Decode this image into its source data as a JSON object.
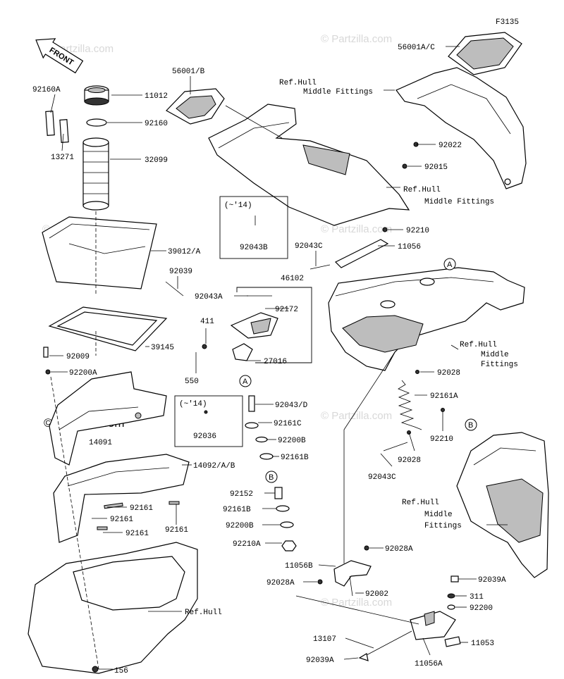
{
  "figure_id": "F3135",
  "front_label": "FRONT",
  "watermark": "© Partzilla.com",
  "callouts": {
    "a": "A",
    "b": "B"
  },
  "insets": {
    "i1_era": "(~'14)",
    "i1_part": "92043B",
    "i2_era": "(~'14)",
    "i2_part": "92036"
  },
  "labels": {
    "p92160A": "92160A",
    "p11012": "11012",
    "p92160": "92160",
    "p13271": "13271",
    "p32099": "32099",
    "p39012": "39012/A",
    "p92039": "92039",
    "p39145": "39145",
    "p92009": "92009",
    "p92200A": "92200A",
    "p14091": "14091",
    "p14092": "14092/A/B",
    "p92161a": "92161",
    "p92161b": "92161",
    "p92161c": "92161",
    "p92161d": "92161",
    "pRefHull": "Ref.Hull",
    "p156": "156",
    "p56001B": "56001/B",
    "pRefHullMid1a": "Ref.Hull",
    "pRefHullMid1b": "Middle Fittings",
    "p56001AC": "56001A/C",
    "p92022": "92022",
    "p92015": "92015",
    "pRefHullMid2a": "Ref.Hull",
    "pRefHullMid2b": "Middle Fittings",
    "p92210a": "92210",
    "p92043C": "92043C",
    "p11056": "11056",
    "p46102": "46102",
    "p92043A": "92043A",
    "p92172": "92172",
    "p411": "411",
    "p550": "550",
    "p27016": "27016",
    "pRefHullMid3a": "Ref.Hull",
    "pRefHullMid3b": "Middle",
    "pRefHullMid3c": "Fittings",
    "p92028a": "92028",
    "p92161A": "92161A",
    "p92210b": "92210",
    "p92028b": "92028",
    "p92043Cb": "92043C",
    "p92043D": "92043/D",
    "p92161C": "92161C",
    "p92200B": "92200B",
    "p92161B": "92161B",
    "p92152": "92152",
    "p92161Bb": "92161B",
    "p92200Bb": "92200B",
    "p92210A": "92210A",
    "pRefHullMid4a": "Ref.Hull",
    "pRefHullMid4b": "Middle",
    "pRefHullMid4c": "Fittings",
    "p92028A": "92028A",
    "p11056B": "11056B",
    "p92028Ab": "92028A",
    "p92002": "92002",
    "p92039A": "92039A",
    "p311": "311",
    "p92200": "92200",
    "p13107": "13107",
    "p11053": "11053",
    "p92039Ab": "92039A",
    "p11056A": "11056A"
  }
}
